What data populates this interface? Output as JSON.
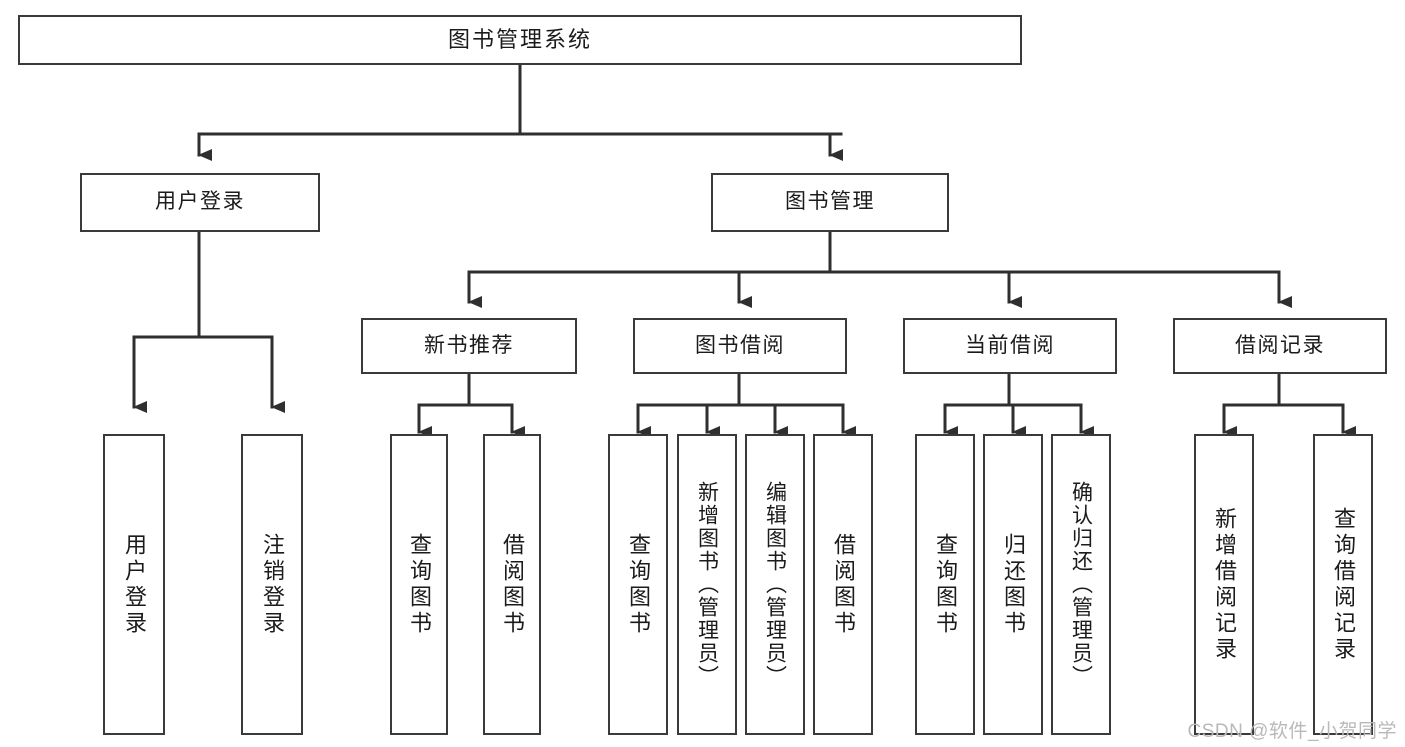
{
  "diagram": {
    "title": "图书管理系统",
    "type": "tree",
    "watermark": "CSDN @软件_小贺同学",
    "colors": {
      "box_border": "#3a3a3a",
      "box_fill": "#ffffff",
      "connector": "#2f2f2f",
      "text": "#1b1b1b",
      "watermark": "#b9b9b9"
    },
    "nodes": {
      "root": {
        "label": "图书管理系统"
      },
      "level1": [
        {
          "id": "user-login",
          "label": "用户登录"
        },
        {
          "id": "book-manage",
          "label": "图书管理"
        }
      ],
      "level2": [
        {
          "id": "new-book-recommend",
          "label": "新书推荐"
        },
        {
          "id": "book-borrow",
          "label": "图书借阅"
        },
        {
          "id": "current-borrow",
          "label": "当前借阅"
        },
        {
          "id": "borrow-record",
          "label": "借阅记录"
        }
      ],
      "leaves": {
        "user-login": [
          {
            "id": "leaf-user-login",
            "label": "用户登录"
          },
          {
            "id": "leaf-logout",
            "label": "注销登录"
          }
        ],
        "new-book-recommend": [
          {
            "id": "leaf-query-book-1",
            "label": "查询图书"
          },
          {
            "id": "leaf-borrow-book-1",
            "label": "借阅图书"
          }
        ],
        "book-borrow": [
          {
            "id": "leaf-query-book-2",
            "label": "查询图书"
          },
          {
            "id": "leaf-add-book",
            "label": "新增图书（管理员）"
          },
          {
            "id": "leaf-edit-book",
            "label": "编辑图书（管理员）"
          },
          {
            "id": "leaf-borrow-book-2",
            "label": "借阅图书"
          }
        ],
        "current-borrow": [
          {
            "id": "leaf-query-book-3",
            "label": "查询图书"
          },
          {
            "id": "leaf-return-book",
            "label": "归还图书"
          },
          {
            "id": "leaf-confirm-return",
            "label": "确认归还（管理员）"
          }
        ],
        "borrow-record": [
          {
            "id": "leaf-add-record",
            "label": "新增借阅记录"
          },
          {
            "id": "leaf-query-record",
            "label": "查询借阅记录"
          }
        ]
      }
    }
  }
}
